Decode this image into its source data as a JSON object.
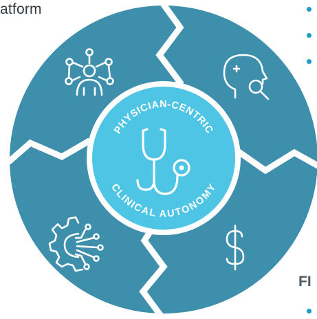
{
  "header": {
    "partial_text": "atform"
  },
  "side": {
    "heading_partial": "FI"
  },
  "center": {
    "top_arc_text": "PHYSICIAN-CENTRIC",
    "bottom_arc_text": "CLINICAL AUTONOMY",
    "icon": "stethoscope-icon"
  },
  "segments": [
    {
      "id": "top-left",
      "icon": "network-people-icon"
    },
    {
      "id": "top-right",
      "icon": "head-magnifier-icon"
    },
    {
      "id": "bottom-right",
      "icon": "dollar-icon"
    },
    {
      "id": "bottom-left",
      "icon": "gear-circuit-icon"
    }
  ],
  "colors": {
    "segment": "#3d8fac",
    "center_fill": "#4ec5e5",
    "center_ring": "#ffffff",
    "bullet": "#1a9ec7",
    "text_dark": "#333a3f"
  }
}
